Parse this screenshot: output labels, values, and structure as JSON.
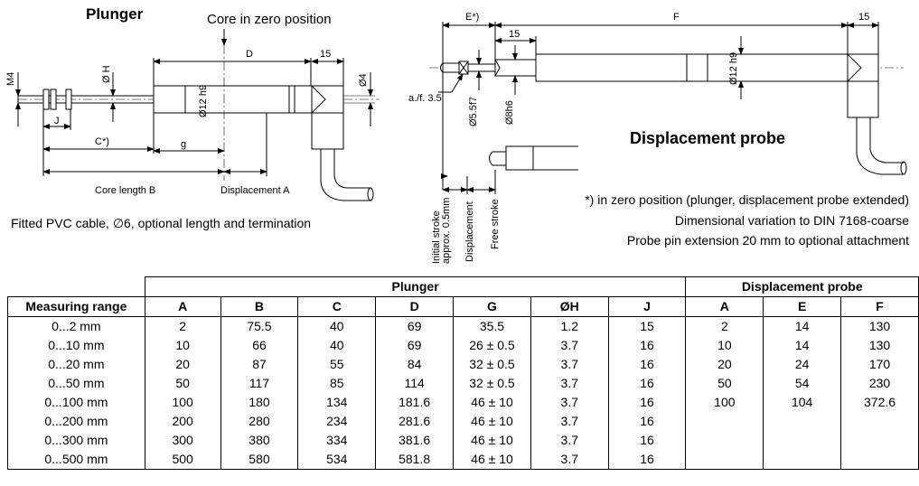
{
  "plunger_drawing": {
    "title": "Plunger",
    "core_zero_label": "Core in zero position",
    "dim_D": "D",
    "dim_15": "15",
    "dim_M4": "M4",
    "dim_H": "Ø H",
    "dim_12h9": "Ø12 h9",
    "dim_4": "Ø4",
    "dim_J": "J",
    "dim_C": "C*)",
    "dim_g": "g",
    "core_length": "Core length B",
    "displacement": "Displacement A",
    "cable_note": "Fitted PVC cable, ∅6, optional length and termination"
  },
  "probe_drawing": {
    "dim_E": "E*)",
    "dim_F": "F",
    "dim_15_top": "15",
    "dim_15_inner": "15",
    "dim_12h9": "Ø12 h9",
    "dim_af": "a./f. 3.5",
    "dim_55f7": "Ø5.5f7",
    "dim_8h6": "Ø8h6",
    "title": "Displacement probe",
    "vert_initial_1": "Initial stroke",
    "vert_initial_2": "approx. 0.5mm",
    "vert_displacement": "Displacement",
    "vert_free": "Free stroke",
    "note_1": "*) in zero position (plunger, displacement probe extended)",
    "note_2": "Dimensional variation to DIN 7168-coarse",
    "note_3": "Probe pin extension 20 mm to optional attachment"
  },
  "table": {
    "group_plunger": "Plunger",
    "group_probe": "Displacement probe",
    "headers": [
      "Measuring range",
      "A",
      "B",
      "C",
      "D",
      "G",
      "ØH",
      "J",
      "A",
      "E",
      "F"
    ],
    "rows": [
      [
        "0...2 mm",
        "2",
        "75.5",
        "40",
        "69",
        "35.5",
        "1.2",
        "15",
        "2",
        "14",
        "130"
      ],
      [
        "0...10 mm",
        "10",
        "66",
        "40",
        "69",
        "26 ± 0.5",
        "3.7",
        "16",
        "10",
        "14",
        "130"
      ],
      [
        "0...20 mm",
        "20",
        "87",
        "55",
        "84",
        "32 ± 0.5",
        "3.7",
        "16",
        "20",
        "24",
        "170"
      ],
      [
        "0...50 mm",
        "50",
        "117",
        "85",
        "114",
        "32 ± 0.5",
        "3.7",
        "16",
        "50",
        "54",
        "230"
      ],
      [
        "0...100 mm",
        "100",
        "180",
        "134",
        "181.6",
        "46 ± 10",
        "3.7",
        "16",
        "100",
        "104",
        "372.6"
      ],
      [
        "0...200 mm",
        "200",
        "280",
        "234",
        "281.6",
        "46 ± 10",
        "3.7",
        "16",
        "",
        "",
        ""
      ],
      [
        "0...300 mm",
        "300",
        "380",
        "334",
        "381.6",
        "46 ± 10",
        "3.7",
        "16",
        "",
        "",
        ""
      ],
      [
        "0...500 mm",
        "500",
        "580",
        "534",
        "581.8",
        "46 ± 10",
        "3.7",
        "16",
        "",
        "",
        ""
      ]
    ]
  }
}
